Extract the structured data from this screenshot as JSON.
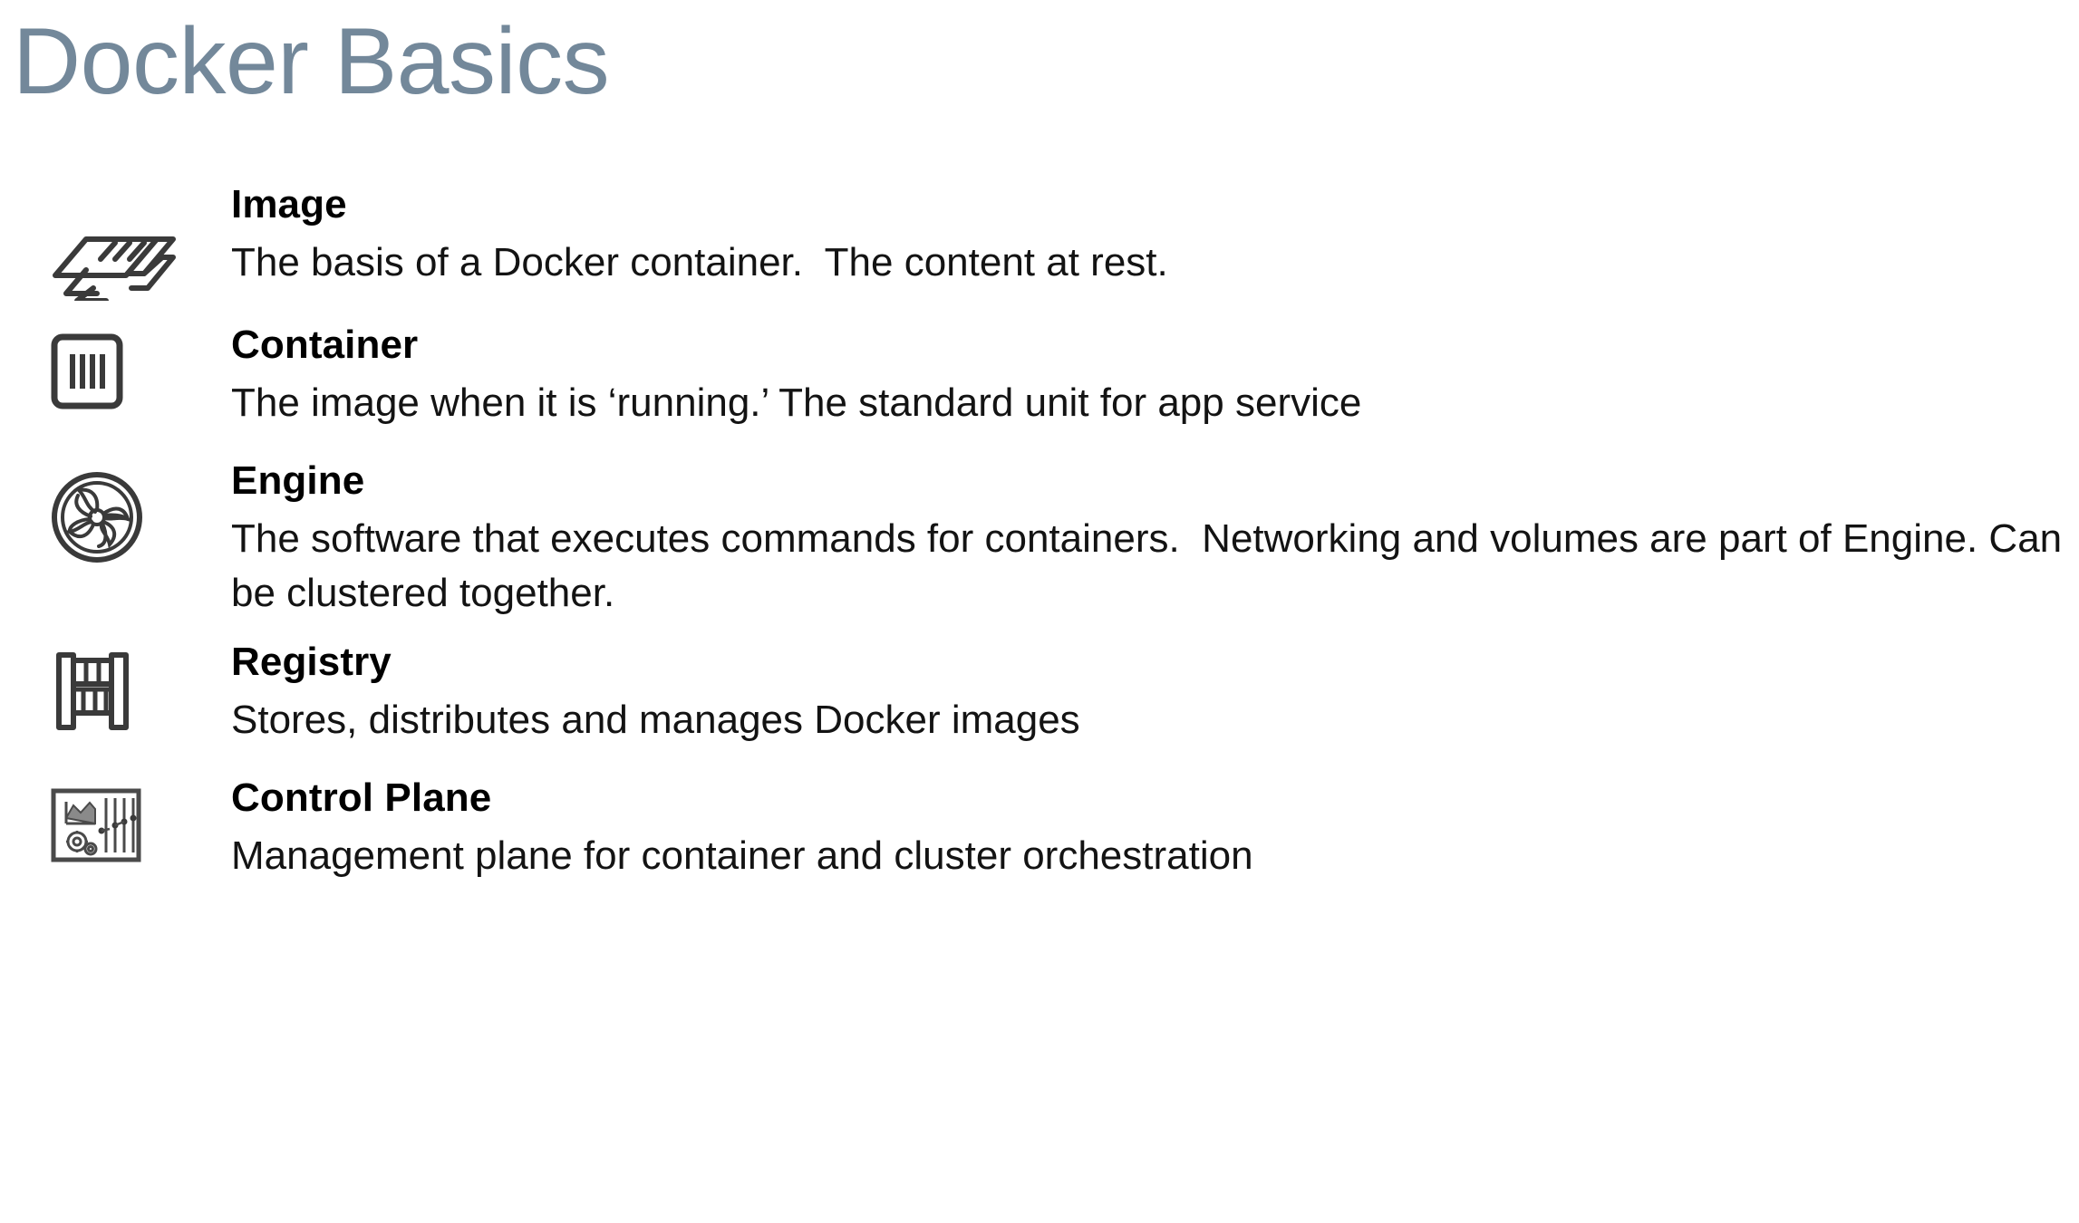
{
  "slide": {
    "title": "Docker Basics",
    "title_color": "#73889a",
    "background": "#ffffff",
    "text_color": "#131313"
  },
  "items": [
    {
      "icon": "layers-stack-icon",
      "title": "Image",
      "description": "The basis of a Docker container.  The content at rest."
    },
    {
      "icon": "container-box-icon",
      "title": "Container",
      "description": "The image when it is ‘running.’ The standard unit for app service"
    },
    {
      "icon": "engine-fan-icon",
      "title": "Engine",
      "description": "The software that executes commands for containers.  Networking and volumes are part of Engine. Can be clustered together."
    },
    {
      "icon": "registry-shelf-icon",
      "title": "Registry",
      "description": "Stores, distributes and manages Docker images"
    },
    {
      "icon": "control-panel-icon",
      "title": "Control Plane",
      "description": "Management plane for container and cluster orchestration"
    }
  ]
}
